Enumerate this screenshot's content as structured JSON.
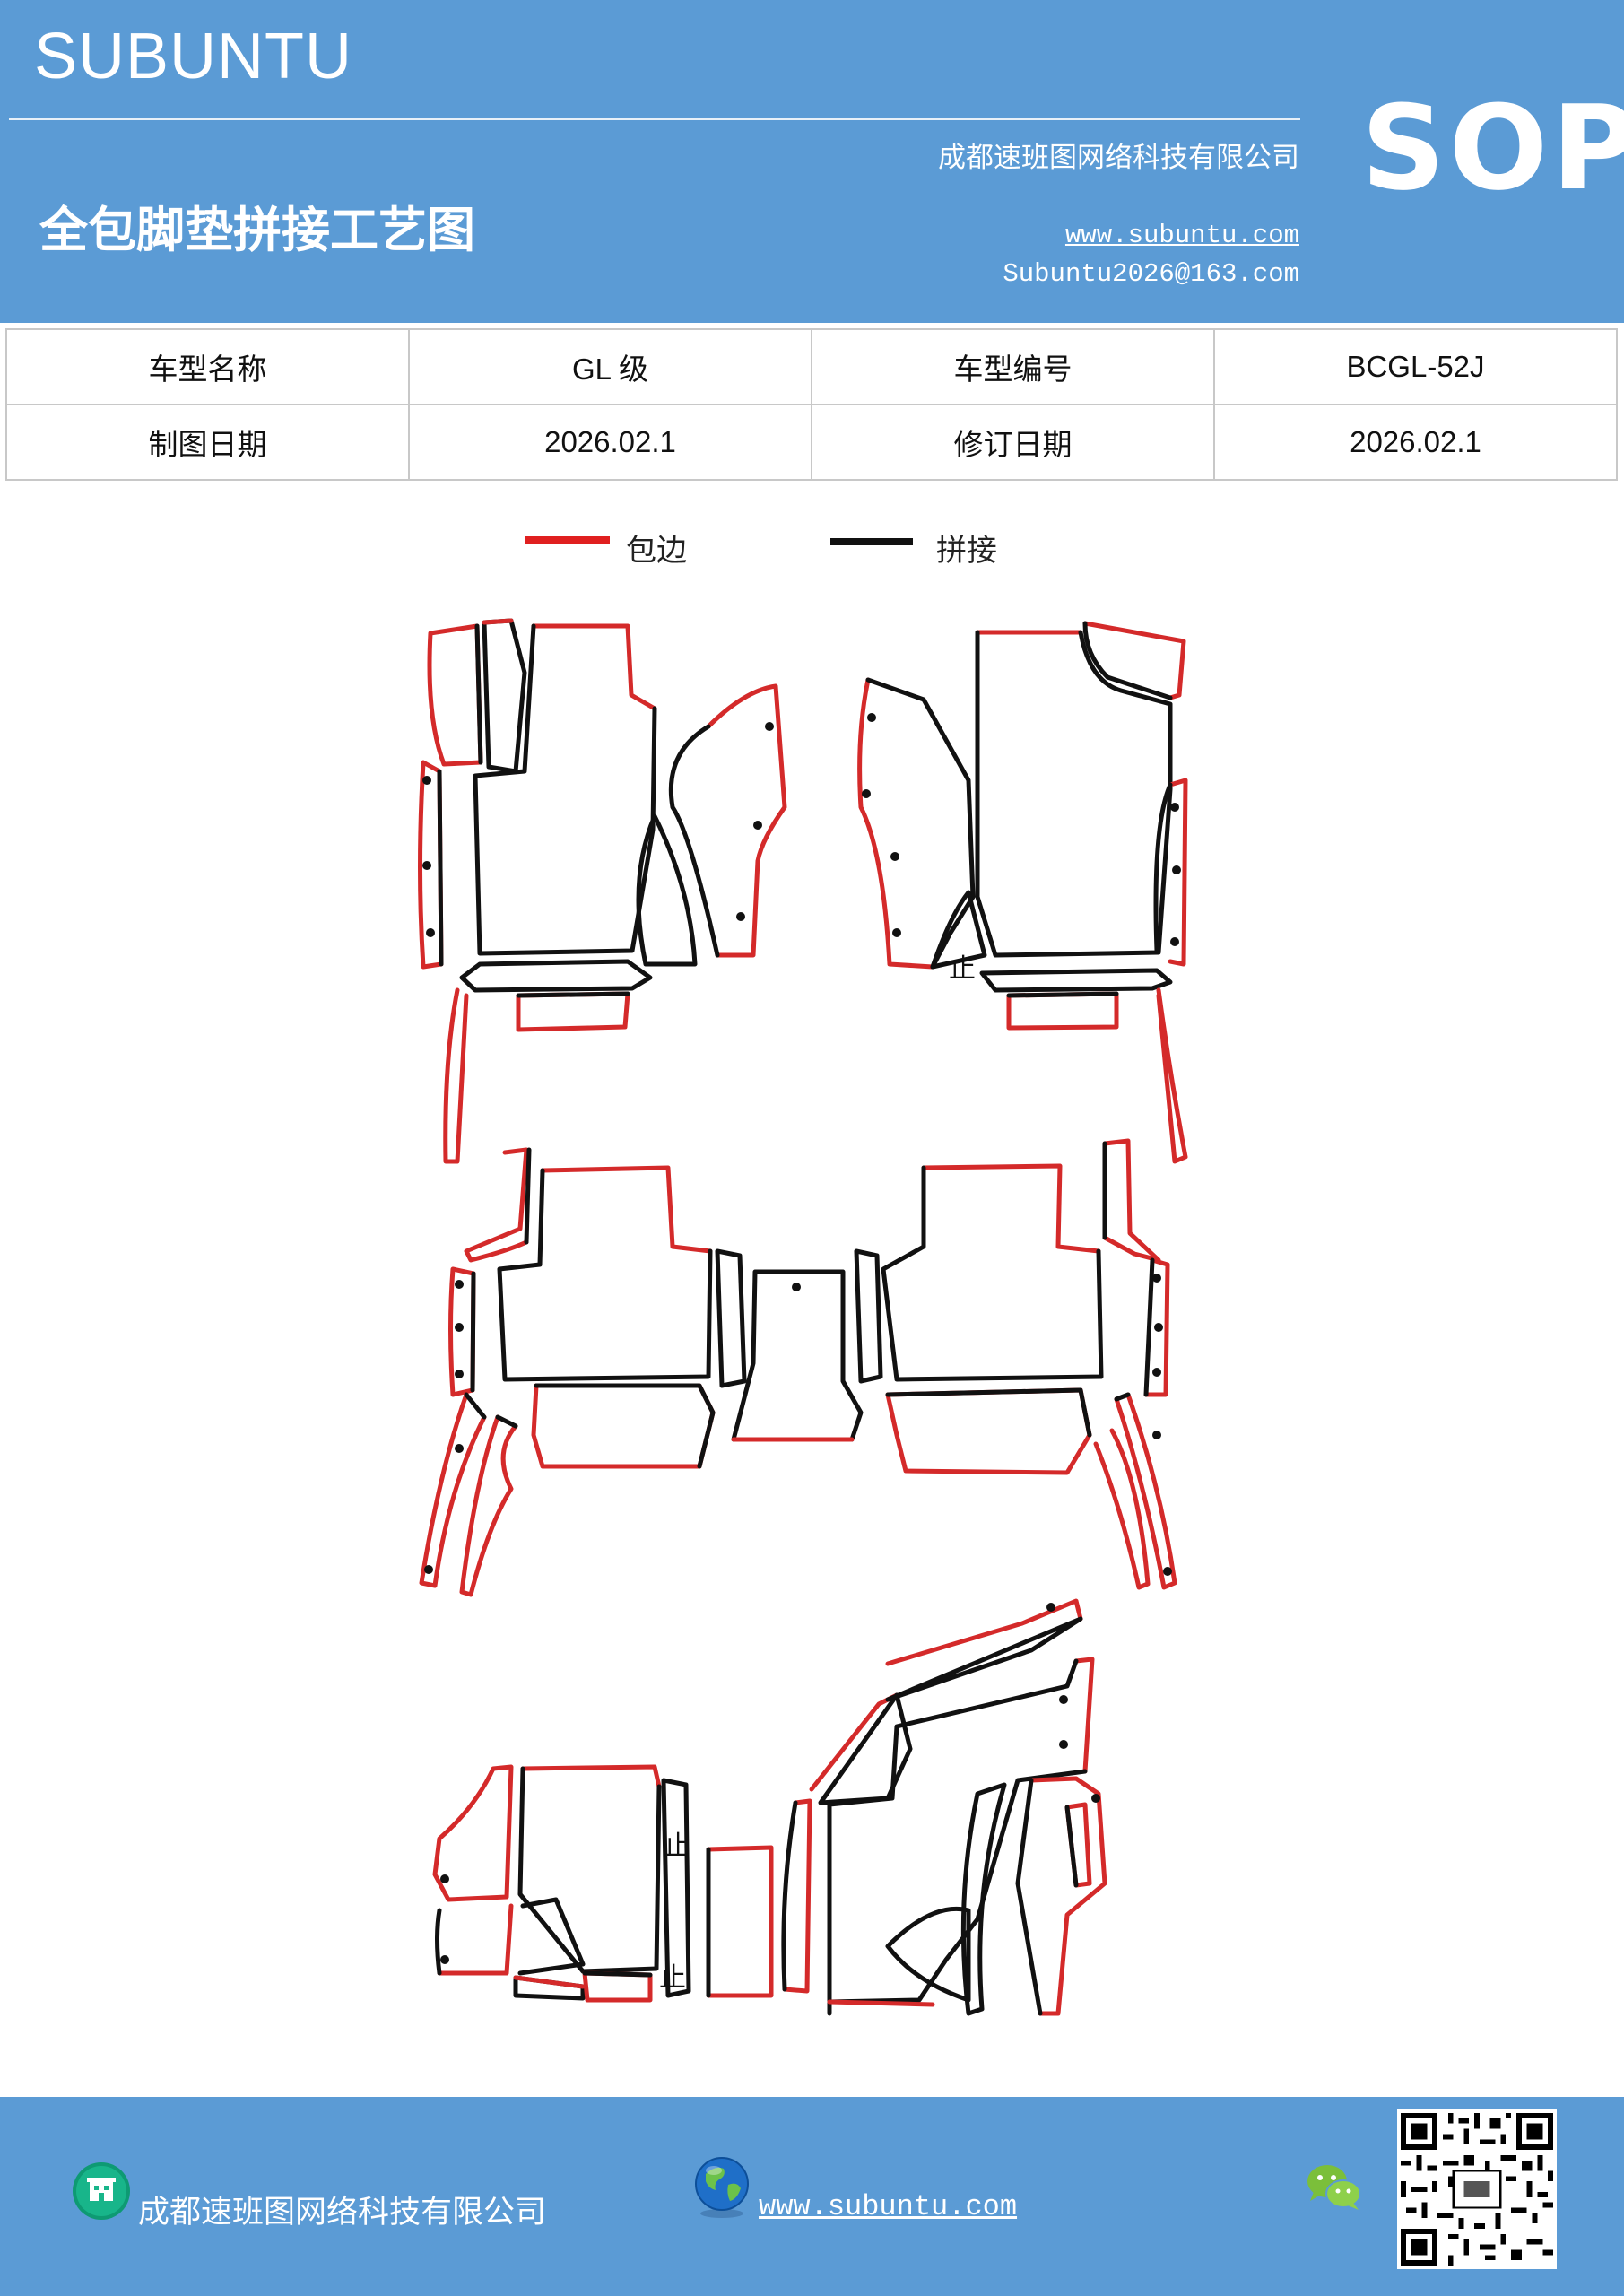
{
  "header": {
    "brand": "SUBUNTU",
    "title": "全包脚垫拼接工艺图",
    "company": "成都速班图网络科技有限公司",
    "website": "www.subuntu.com",
    "email": "Subuntu2026@163.com",
    "badge": "SOP"
  },
  "info_table": {
    "row1": {
      "label1": "车型名称",
      "value1": "GL 级",
      "label2": "车型编号",
      "value2": "BCGL-52J"
    },
    "row2": {
      "label1": "制图日期",
      "value1": "2026.02.1",
      "label2": "修订日期",
      "value2": "2026.02.1"
    }
  },
  "legend": {
    "edge_label": "包边",
    "edge_color": "#e02020",
    "joint_label": "拼接",
    "joint_color": "#111111"
  },
  "diagram": {
    "stop_mark": "止"
  },
  "footer": {
    "company": "成都速班图网络科技有限公司",
    "website": "www.subuntu.com",
    "icons": [
      "building-icon",
      "globe-icon",
      "wechat-icon",
      "qr-code"
    ]
  },
  "colors": {
    "header_bg": "#5b9bd5",
    "text_on_header": "#ffffff"
  }
}
